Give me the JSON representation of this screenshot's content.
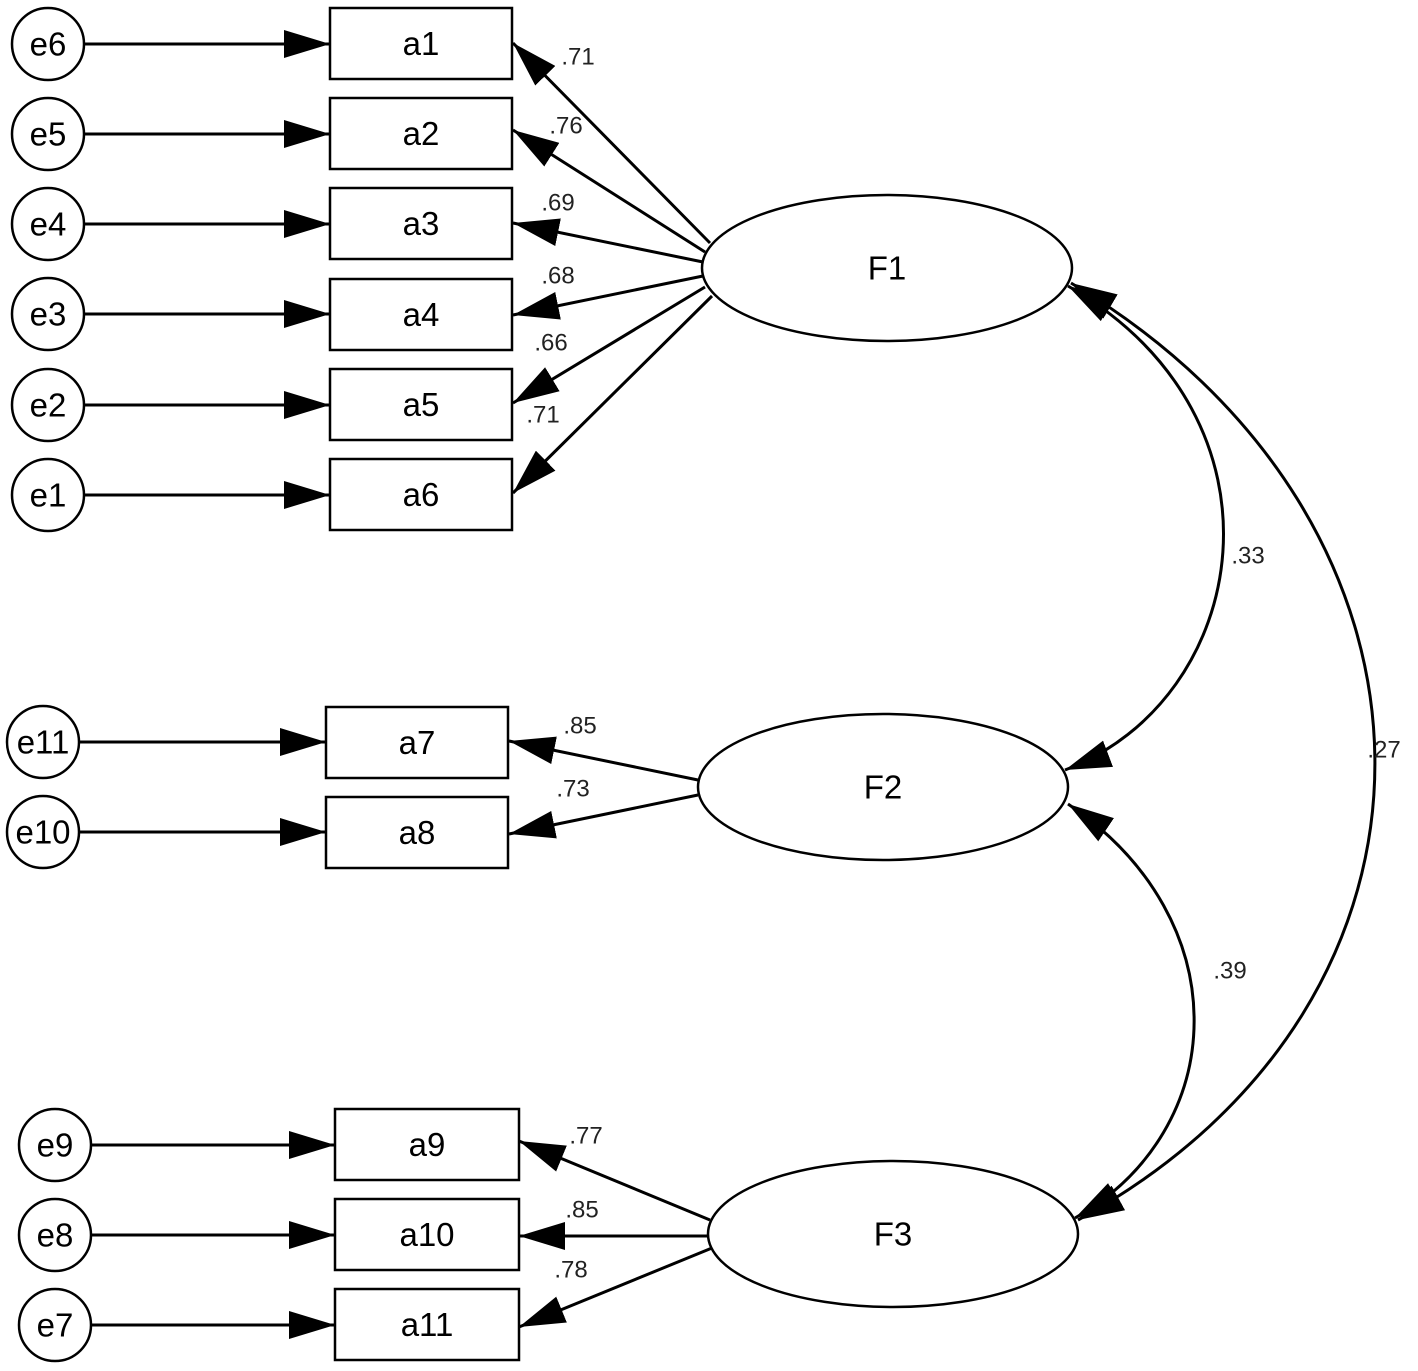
{
  "diagram": {
    "factors": [
      {
        "id": "F1",
        "label": "F1"
      },
      {
        "id": "F2",
        "label": "F2"
      },
      {
        "id": "F3",
        "label": "F3"
      }
    ],
    "indicators": [
      {
        "id": "a1",
        "label": "a1",
        "error": "e6",
        "factor": "F1",
        "loading": ".71"
      },
      {
        "id": "a2",
        "label": "a2",
        "error": "e5",
        "factor": "F1",
        "loading": ".76"
      },
      {
        "id": "a3",
        "label": "a3",
        "error": "e4",
        "factor": "F1",
        "loading": ".69"
      },
      {
        "id": "a4",
        "label": "a4",
        "error": "e3",
        "factor": "F1",
        "loading": ".68"
      },
      {
        "id": "a5",
        "label": "a5",
        "error": "e2",
        "factor": "F1",
        "loading": ".66"
      },
      {
        "id": "a6",
        "label": "a6",
        "error": "e1",
        "factor": "F1",
        "loading": ".71"
      },
      {
        "id": "a7",
        "label": "a7",
        "error": "e11",
        "factor": "F2",
        "loading": ".85"
      },
      {
        "id": "a8",
        "label": "a8",
        "error": "e10",
        "factor": "F2",
        "loading": ".73"
      },
      {
        "id": "a9",
        "label": "a9",
        "error": "e9",
        "factor": "F3",
        "loading": ".77"
      },
      {
        "id": "a10",
        "label": "a10",
        "error": "e8",
        "factor": "F3",
        "loading": ".85"
      },
      {
        "id": "a11",
        "label": "a11",
        "error": "e7",
        "factor": "F3",
        "loading": ".78"
      }
    ],
    "correlations": [
      {
        "from": "F1",
        "to": "F2",
        "value": ".33"
      },
      {
        "from": "F2",
        "to": "F3",
        "value": ".39"
      },
      {
        "from": "F1",
        "to": "F3",
        "value": ".27"
      }
    ]
  }
}
